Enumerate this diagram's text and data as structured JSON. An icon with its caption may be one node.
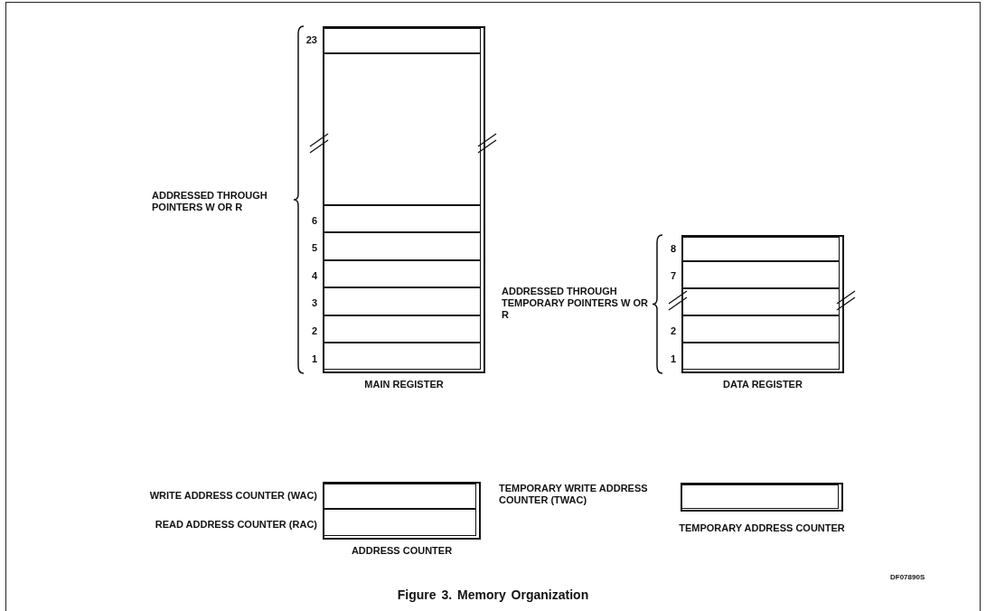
{
  "diagram": {
    "caption": "Figure 3. Memory Organization",
    "nodes": [
      {
        "text": [
          "MAIN REGISTER"
        ]
      },
      {
        "text": [],
        "shape": "box",
        "in": 0,
        "beside": [
          "23"
        ]
      },
      {
        "text": [],
        "shape": "box",
        "in": 0
      },
      {
        "text": [],
        "shape": "box",
        "in": 0,
        "beside": [
          "6"
        ]
      },
      {
        "text": [],
        "shape": "box",
        "in": 0,
        "beside": [
          "5"
        ]
      },
      {
        "text": [],
        "shape": "box",
        "in": 0,
        "beside": [
          "4"
        ]
      },
      {
        "text": [],
        "shape": "box",
        "in": 0,
        "beside": [
          "3"
        ]
      },
      {
        "text": [],
        "shape": "box",
        "in": 0,
        "beside": [
          "2"
        ]
      },
      {
        "text": [],
        "shape": "box",
        "in": 0,
        "beside": [
          "1"
        ]
      },
      {
        "text": [
          "DATA REGISTER"
        ]
      },
      {
        "text": [],
        "shape": "box",
        "in": 9,
        "beside": [
          "8"
        ]
      },
      {
        "text": [],
        "shape": "box",
        "in": 9,
        "beside": [
          "7"
        ]
      },
      {
        "text": [],
        "shape": "box",
        "in": 9
      },
      {
        "text": [],
        "shape": "box",
        "in": 9,
        "beside": [
          "2"
        ]
      },
      {
        "text": [],
        "shape": "box",
        "in": 9,
        "beside": [
          "1"
        ]
      },
      {
        "text": [
          "ADDRESS COUNTER"
        ]
      },
      {
        "text": [],
        "shape": "box",
        "in": 15,
        "beside": [
          "WRITE ADDRESS COUNTER (WAC)"
        ]
      },
      {
        "text": [],
        "shape": "box",
        "in": 15,
        "beside": [
          "READ ADDRESS COUNTER (RAC)"
        ]
      },
      {
        "text": [
          "TEMPORARY ADDRESS COUNTER"
        ]
      },
      {
        "text": [],
        "shape": "box",
        "in": 18,
        "beside": [
          "TEMPORARY WRITE ADDRESS COUNTER (TWAC)"
        ]
      }
    ],
    "labels": [
      "ADDRESSED THROUGH POINTERS W OR R",
      "ADDRESSED THROUGH TEMPORARY POINTERS W OR R",
      "DF07890S"
    ]
  }
}
